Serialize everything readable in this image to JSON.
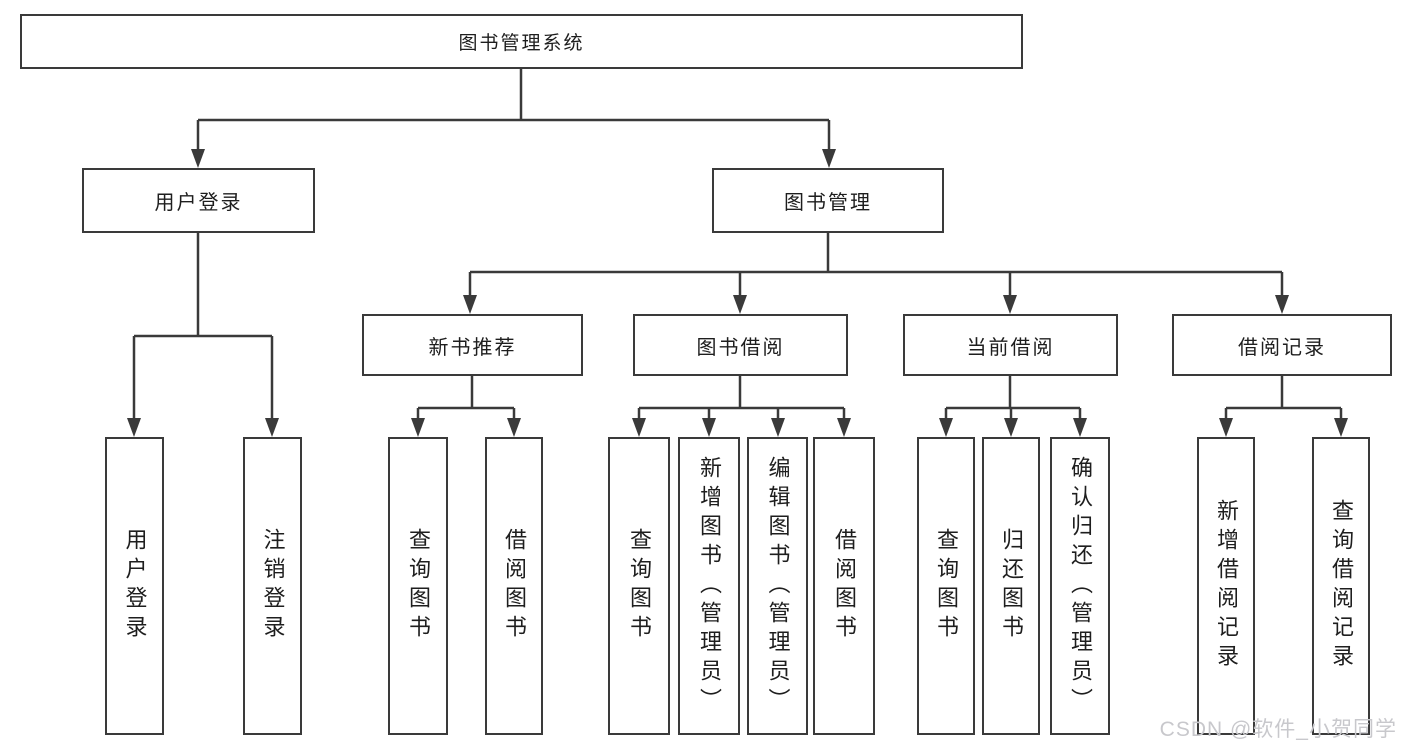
{
  "nodes": {
    "root": "图书管理系统",
    "user_login": "用户登录",
    "book_management": "图书管理",
    "new_book_recommend": "新书推荐",
    "book_borrow": "图书借阅",
    "current_borrow": "当前借阅",
    "borrow_records": "借阅记录",
    "leaf_user_login": "用户登录",
    "leaf_logout": "注销登录",
    "leaf_query_book_1": "查询图书",
    "leaf_borrow_book_1": "借阅图书",
    "leaf_query_book_2": "查询图书",
    "leaf_add_book_admin": "新增图书（管理员）",
    "leaf_edit_book_admin": "编辑图书（管理员）",
    "leaf_borrow_book_2": "借阅图书",
    "leaf_query_book_3": "查询图书",
    "leaf_return_book": "归还图书",
    "leaf_confirm_return_admin": "确认归还（管理员）",
    "leaf_add_borrow_record": "新增借阅记录",
    "leaf_query_borrow_record": "查询借阅记录"
  },
  "hierarchy": {
    "图书管理系统": [
      "用户登录",
      "图书管理"
    ],
    "用户登录": [
      "用户登录",
      "注销登录"
    ],
    "图书管理": [
      "新书推荐",
      "图书借阅",
      "当前借阅",
      "借阅记录"
    ],
    "新书推荐": [
      "查询图书",
      "借阅图书"
    ],
    "图书借阅": [
      "查询图书",
      "新增图书（管理员）",
      "编辑图书（管理员）",
      "借阅图书"
    ],
    "当前借阅": [
      "查询图书",
      "归还图书",
      "确认归还（管理员）"
    ],
    "借阅记录": [
      "新增借阅记录",
      "查询借阅记录"
    ]
  },
  "watermark": "CSDN @软件_小贺同学",
  "colors": {
    "line": "#3a3a3a",
    "box_border": "#3a3a3a",
    "text": "#1e1e1e",
    "watermark": "#c8c8cc",
    "background": "#ffffff"
  }
}
